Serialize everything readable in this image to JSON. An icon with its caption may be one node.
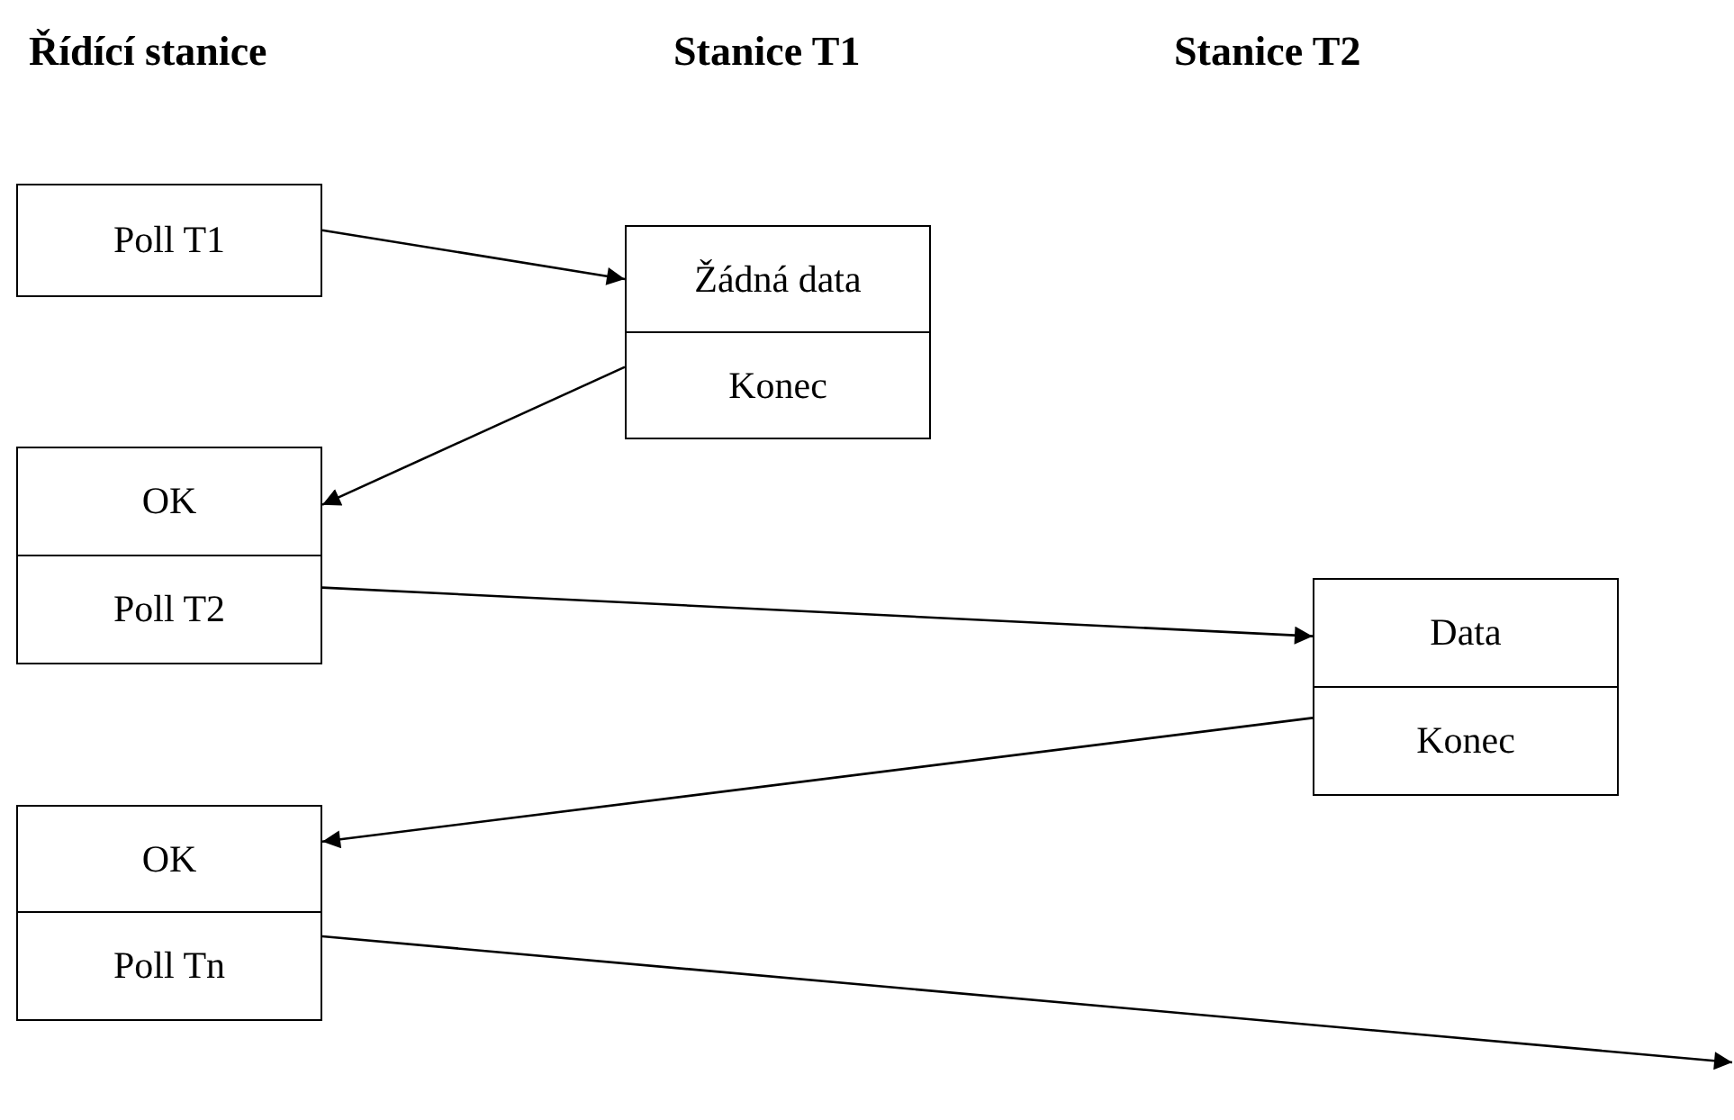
{
  "diagram": {
    "nodes": [
      {
        "text": [
          "Poll T1"
        ]
      },
      {
        "text": [
          "Žádná data"
        ]
      },
      {
        "text": [
          "Konec"
        ]
      },
      {
        "text": [
          "OK"
        ]
      },
      {
        "text": [
          "Poll T2"
        ]
      },
      {
        "text": [
          "Data"
        ]
      },
      {
        "text": [
          "Konec"
        ]
      },
      {
        "text": [
          "OK"
        ]
      },
      {
        "text": [
          "Poll Tn"
        ]
      }
    ],
    "edges": [
      {
        "from": 0,
        "to": 1,
        "arrow": "to"
      },
      {
        "from": 2,
        "to": 3,
        "arrow": "to"
      },
      {
        "from": 4,
        "to": 5,
        "arrow": "to"
      },
      {
        "from": 6,
        "to": 7,
        "arrow": "to"
      },
      {
        "from": 8,
        "to": null,
        "arrow": "to"
      }
    ],
    "labels": [
      "Řídící stanice",
      "Stanice T1",
      "Stanice T2"
    ]
  }
}
